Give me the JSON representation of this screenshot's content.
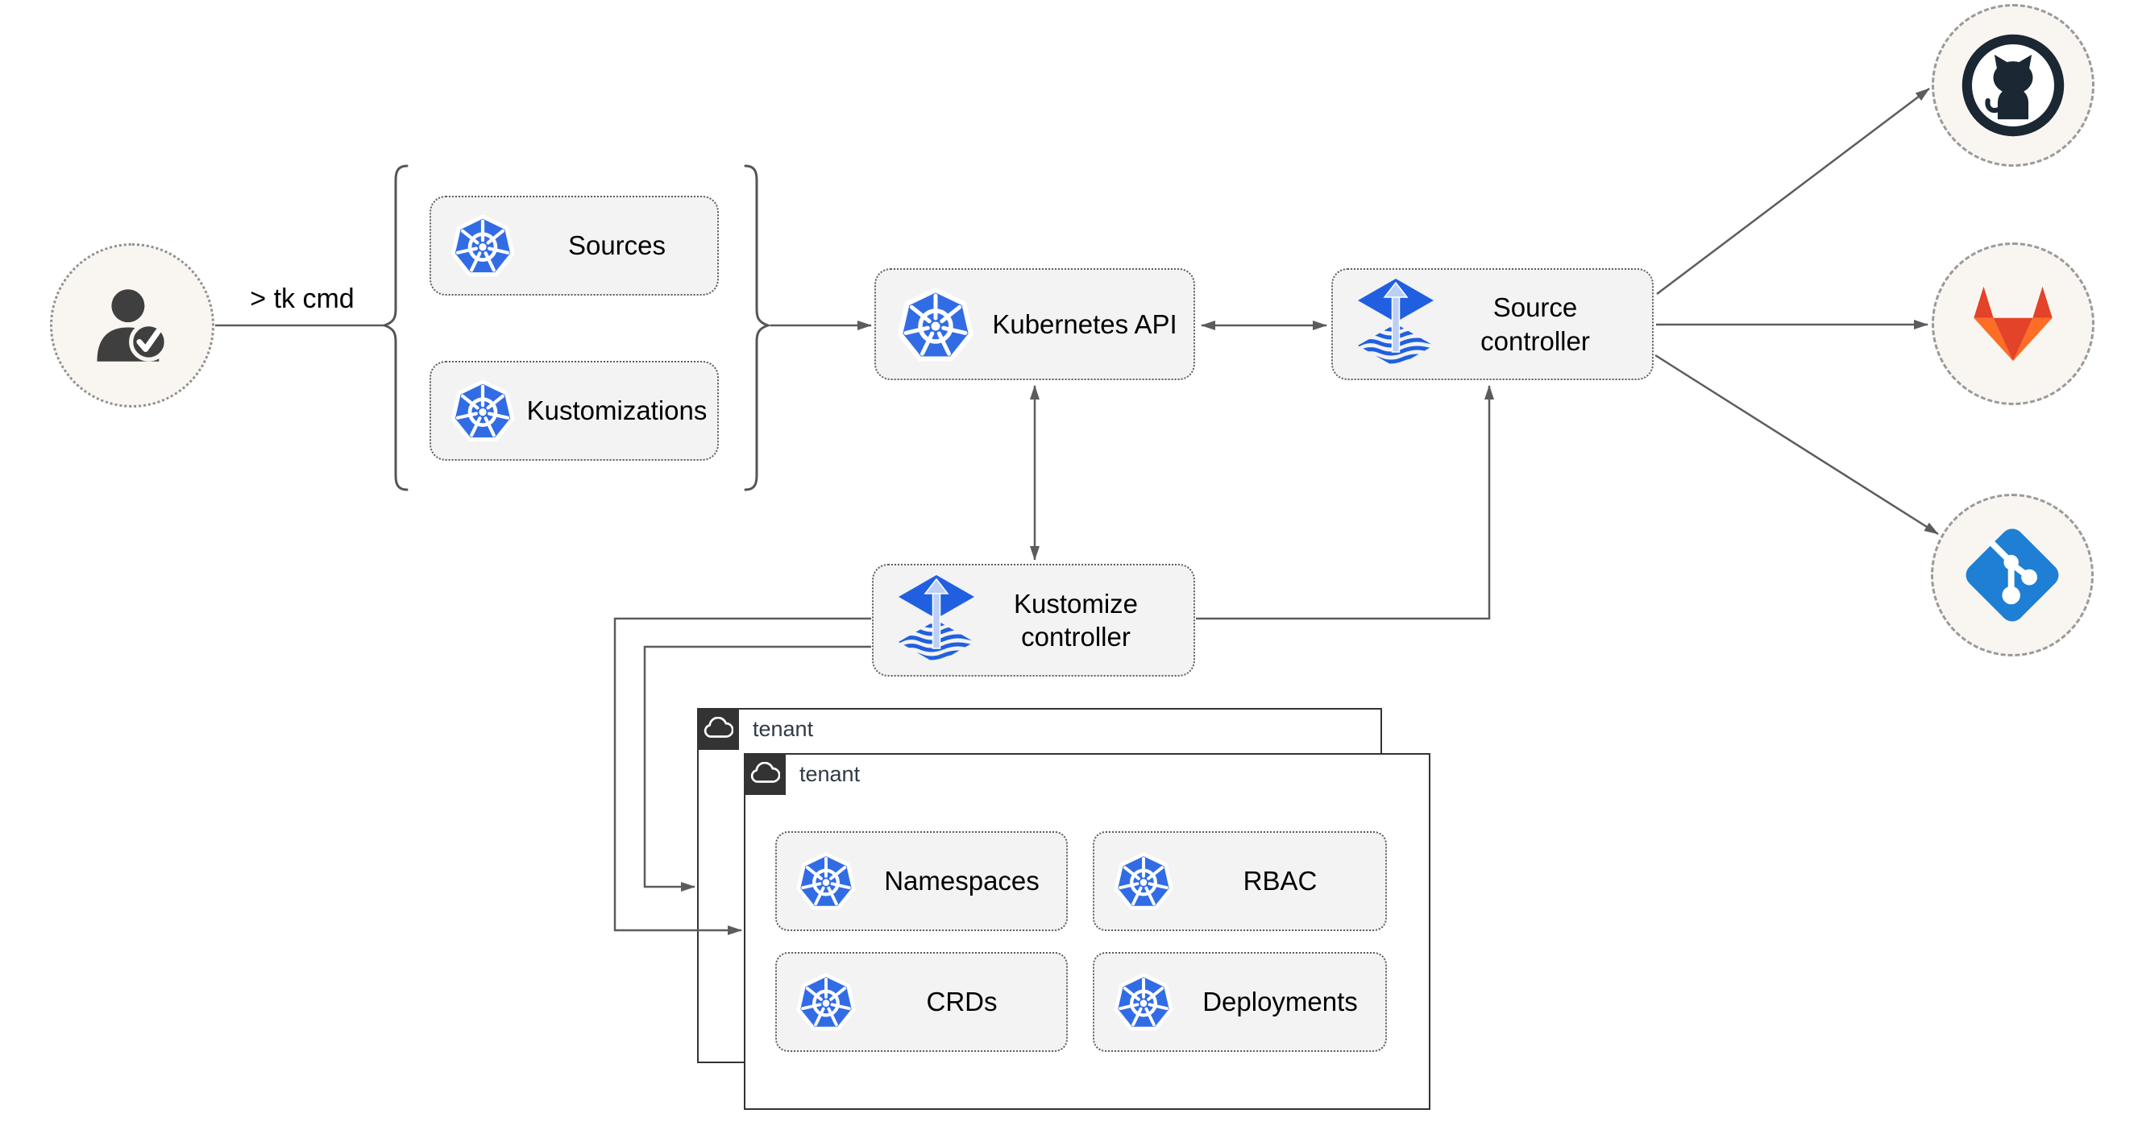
{
  "user": {
    "command_label": "> tk cmd",
    "icon": "person-check-icon"
  },
  "bracket_group": {
    "items": [
      {
        "label": "Sources",
        "icon": "kubernetes-icon"
      },
      {
        "label": "Kustomizations",
        "icon": "kubernetes-icon"
      }
    ]
  },
  "nodes": {
    "kubernetes_api": {
      "label": "Kubernetes API",
      "icon": "kubernetes-icon"
    },
    "source_controller": {
      "label": "Source controller",
      "icon": "flux-icon"
    },
    "kustomize_controller": {
      "label": "Kustomize controller",
      "icon": "flux-icon"
    }
  },
  "git_providers": [
    {
      "name": "GitHub",
      "icon": "github-icon"
    },
    {
      "name": "GitLab",
      "icon": "gitlab-icon"
    },
    {
      "name": "Git",
      "icon": "git-icon"
    }
  ],
  "tenants": [
    {
      "label": "tenant",
      "icon": "cloud-icon"
    },
    {
      "label": "tenant",
      "icon": "cloud-icon"
    }
  ],
  "tenant_resources": [
    {
      "label": "Namespaces",
      "icon": "kubernetes-icon"
    },
    {
      "label": "RBAC",
      "icon": "kubernetes-icon"
    },
    {
      "label": "CRDs",
      "icon": "kubernetes-icon"
    },
    {
      "label": "Deployments",
      "icon": "kubernetes-icon"
    }
  ],
  "colors": {
    "kubernetes_blue": "#326ce5",
    "flux_blue": "#2060e0",
    "flux_arrow_light": "#bcd0f5",
    "node_fill": "#f3f3f3",
    "node_border": "#5e5e5e",
    "connector_gray": "#5c5c5c",
    "circle_fill": "#f9f6f1",
    "tenant_tab_dark": "#333333",
    "github_dark": "#1b2733",
    "gitlab_red": "#e24329",
    "gitlab_orange": "#fc6d26",
    "git_blue": "#1f7fd4",
    "user_icon_gray": "#3f3f3f"
  }
}
